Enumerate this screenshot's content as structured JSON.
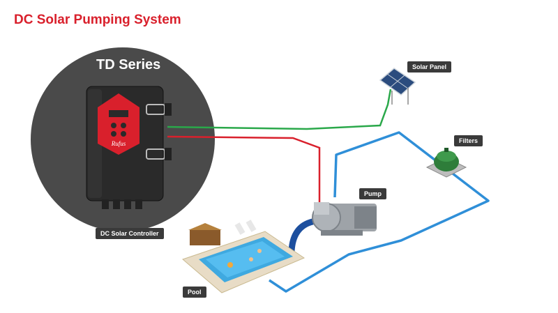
{
  "title": "DC Solar Pumping System",
  "controller": {
    "series_label": "TD Series",
    "caption": "DC Solar Controller",
    "brand": "Rufus"
  },
  "components": {
    "solar_panel": "Solar Panel",
    "filters": "Filters",
    "pump": "Pump",
    "pool": "Pool"
  },
  "colors": {
    "title": "#d9202c",
    "green_wire": "#2aa84a",
    "red_wire": "#d9202c",
    "water_pipe": "#2f8fd8",
    "circle": "#4a4a4a"
  }
}
